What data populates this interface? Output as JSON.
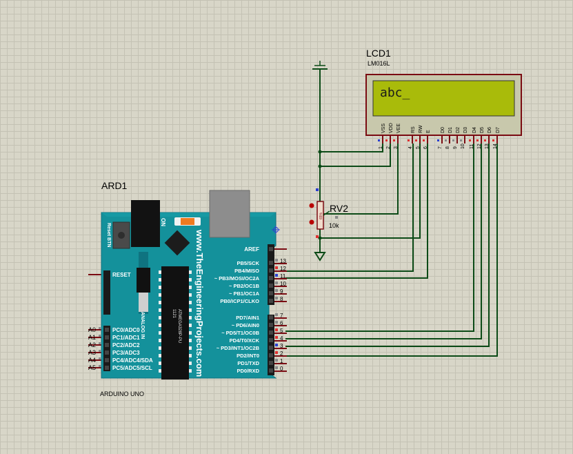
{
  "lcd": {
    "ref": "LCD1",
    "model": "LM016L",
    "display_text": "abc_",
    "pins": [
      {
        "name": "VSS",
        "num": "1"
      },
      {
        "name": "VDD",
        "num": "2"
      },
      {
        "name": "VEE",
        "num": "3"
      },
      {
        "name": "RS",
        "num": "4"
      },
      {
        "name": "RW",
        "num": "5"
      },
      {
        "name": "E",
        "num": "6"
      },
      {
        "name": "D0",
        "num": "7"
      },
      {
        "name": "D1",
        "num": "8"
      },
      {
        "name": "D2",
        "num": "9"
      },
      {
        "name": "D3",
        "num": "10"
      },
      {
        "name": "D4",
        "num": "11"
      },
      {
        "name": "D5",
        "num": "12"
      },
      {
        "name": "D6",
        "num": "13"
      },
      {
        "name": "D7",
        "num": "14"
      }
    ]
  },
  "pot": {
    "ref": "RV2",
    "value": "10k",
    "body_value": "65%"
  },
  "arduino": {
    "ref": "ARD1",
    "model": "ARDUINO UNO",
    "website": "www.TheEngineeringProjects.com",
    "chip": "ATMEGA328P-PU",
    "chip_code": "1121",
    "reset_btn": "Reset BTN",
    "on": "ON",
    "analog_in": "ANALOG IN",
    "reset": "RESET",
    "aref": "AREF",
    "analog_pins": [
      "PC0/ADC0",
      "PC1/ADC1",
      "PC2/ADC2",
      "PC3/ADC3",
      "PC4/ADC4/SDA",
      "PC5/ADC5/SCL"
    ],
    "analog_labels": [
      "A0",
      "A1",
      "A2",
      "A3",
      "A4",
      "A5"
    ],
    "digital_top": [
      {
        "label": "PB5/SCK",
        "num": "13"
      },
      {
        "label": "PB4/MISO",
        "num": "12"
      },
      {
        "label": "~ PB3/MOSI/OC2A",
        "num": "11"
      },
      {
        "label": "~ PB2/OC1B",
        "num": "10"
      },
      {
        "label": "~ PB1/OC1A",
        "num": "9"
      },
      {
        "label": "PB0/ICP1/CLKO",
        "num": "8"
      }
    ],
    "digital_bottom": [
      {
        "label": "PD7/AIN1",
        "num": "7"
      },
      {
        "label": "~ PD6/AIN0",
        "num": "6"
      },
      {
        "label": "~ PD5/T1/OC0B",
        "num": "5"
      },
      {
        "label": "PD4/T0/XCK",
        "num": "4"
      },
      {
        "label": "~ PD3/INT1/OC2B",
        "num": "3"
      },
      {
        "label": "PD2/INT0",
        "num": "2"
      },
      {
        "label": "PD1/TXD",
        "num": "1"
      },
      {
        "label": "PD0/RXD",
        "num": "0"
      }
    ]
  },
  "colors": {
    "background": "#d8d6c8",
    "wire": "#0b4a16",
    "board": "#14919b",
    "lcd_screen": "#a9bb0a",
    "lcd_frame": "#7a0b12",
    "pin_red": "#e03030",
    "pin_blue": "#2a3fd0",
    "pin_gray": "#8a8a8a"
  }
}
